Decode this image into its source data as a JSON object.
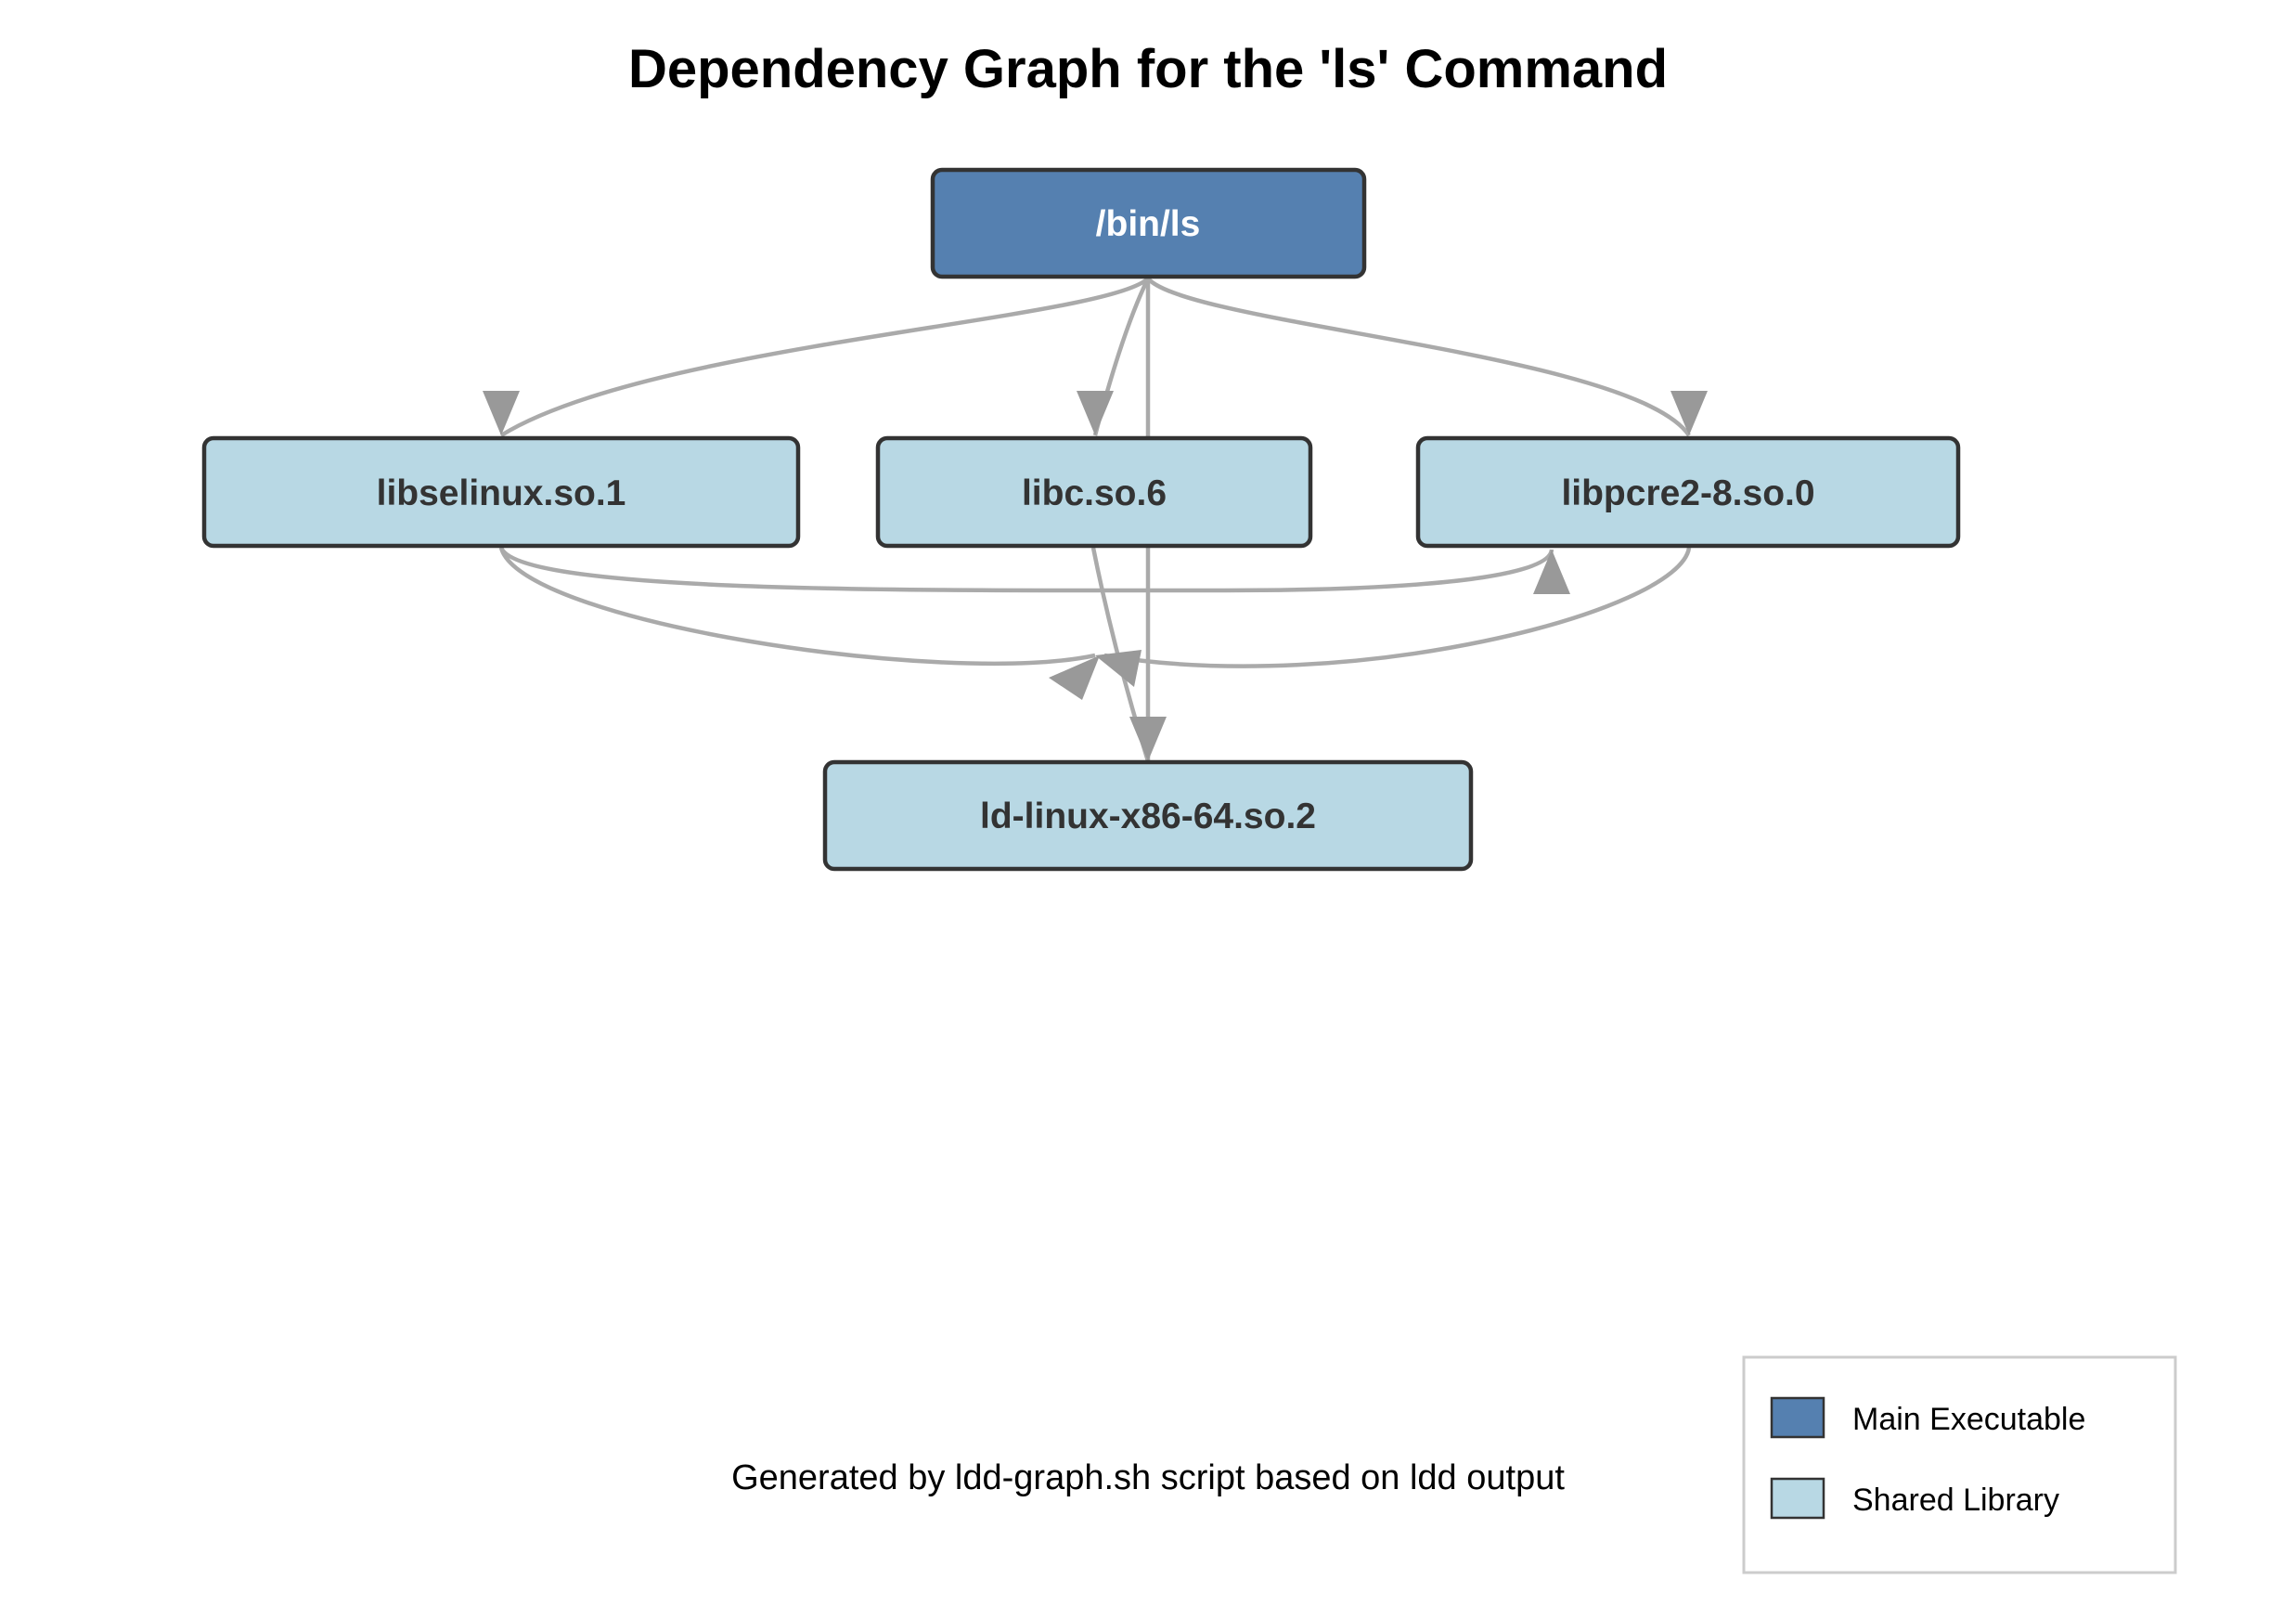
{
  "title": "Dependency Graph for the 'ls' Command",
  "footer": "Generated by ldd-graph.sh script based on ldd output",
  "colors": {
    "main_executable": "#5580b0",
    "shared_library": "#b8d8e4",
    "node_stroke": "#333333",
    "edge": "#aaaaaa",
    "arrowhead": "#999999",
    "main_label": "#ffffff",
    "library_label": "#333333",
    "legend_border": "#cccccc"
  },
  "nodes": [
    {
      "id": "ls",
      "label": "/bin/ls",
      "kind": "main_executable"
    },
    {
      "id": "libselinux",
      "label": "libselinux.so.1",
      "kind": "shared_library"
    },
    {
      "id": "libc",
      "label": "libc.so.6",
      "kind": "shared_library"
    },
    {
      "id": "libpcre2",
      "label": "libpcre2-8.so.0",
      "kind": "shared_library"
    },
    {
      "id": "ldlinux",
      "label": "ld-linux-x86-64.so.2",
      "kind": "shared_library"
    }
  ],
  "edges": [
    {
      "from": "ls",
      "to": "libselinux"
    },
    {
      "from": "ls",
      "to": "libc"
    },
    {
      "from": "ls",
      "to": "libpcre2"
    },
    {
      "from": "ls",
      "to": "ldlinux"
    },
    {
      "from": "libselinux",
      "to": "libpcre2"
    },
    {
      "from": "libselinux",
      "to": "ldlinux"
    },
    {
      "from": "libc",
      "to": "ldlinux"
    },
    {
      "from": "libpcre2",
      "to": "ldlinux"
    }
  ],
  "legend": {
    "items": [
      {
        "label": "Main Executable",
        "kind": "main_executable"
      },
      {
        "label": "Shared Library",
        "kind": "shared_library"
      }
    ]
  }
}
